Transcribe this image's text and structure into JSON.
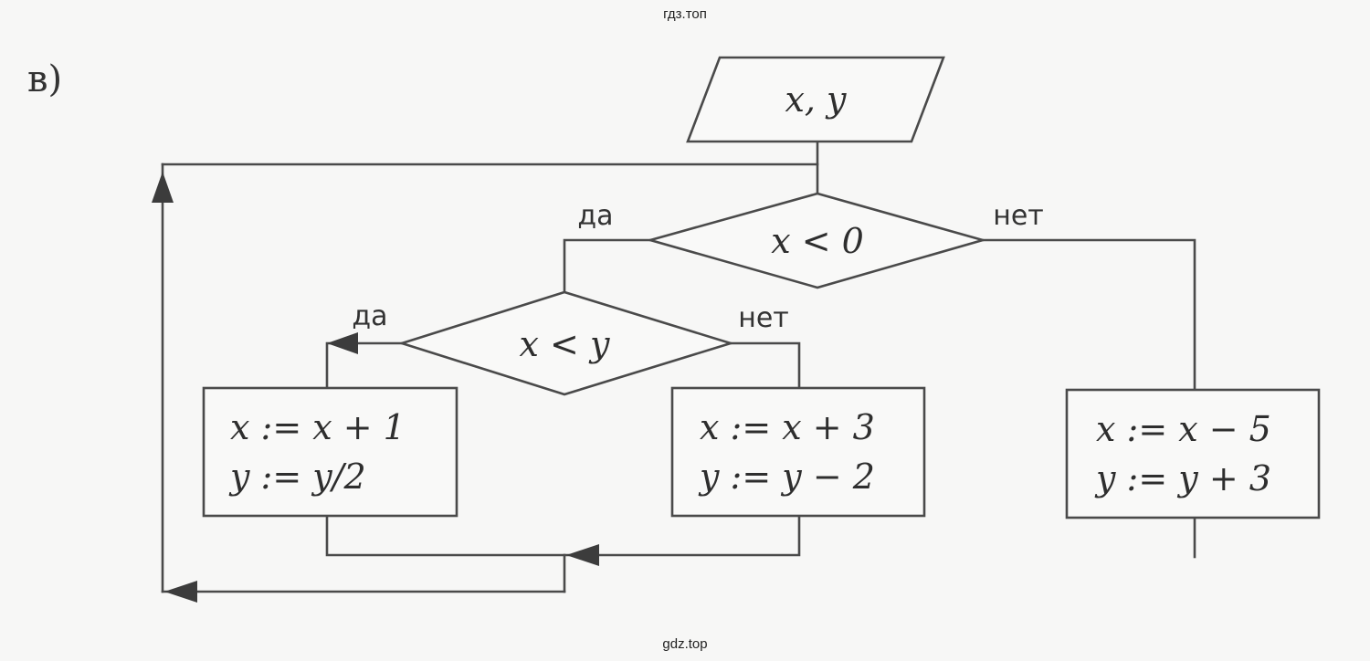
{
  "watermark_top": "гдз.топ",
  "watermark_bottom": "gdz.top",
  "part_label": "в)",
  "input_block": "x, y",
  "decision_outer": {
    "condition": "x < 0",
    "yes": "да",
    "no": "нет"
  },
  "decision_inner": {
    "condition": "x < y",
    "yes": "да",
    "no": "нет"
  },
  "process_left": {
    "line1": "x := x + 1",
    "line2": "y := y/2"
  },
  "process_middle": {
    "line1": "x := x + 3",
    "line2": "y := y − 2"
  },
  "process_right": {
    "line1": "x := x − 5",
    "line2": "y := y + 3"
  }
}
